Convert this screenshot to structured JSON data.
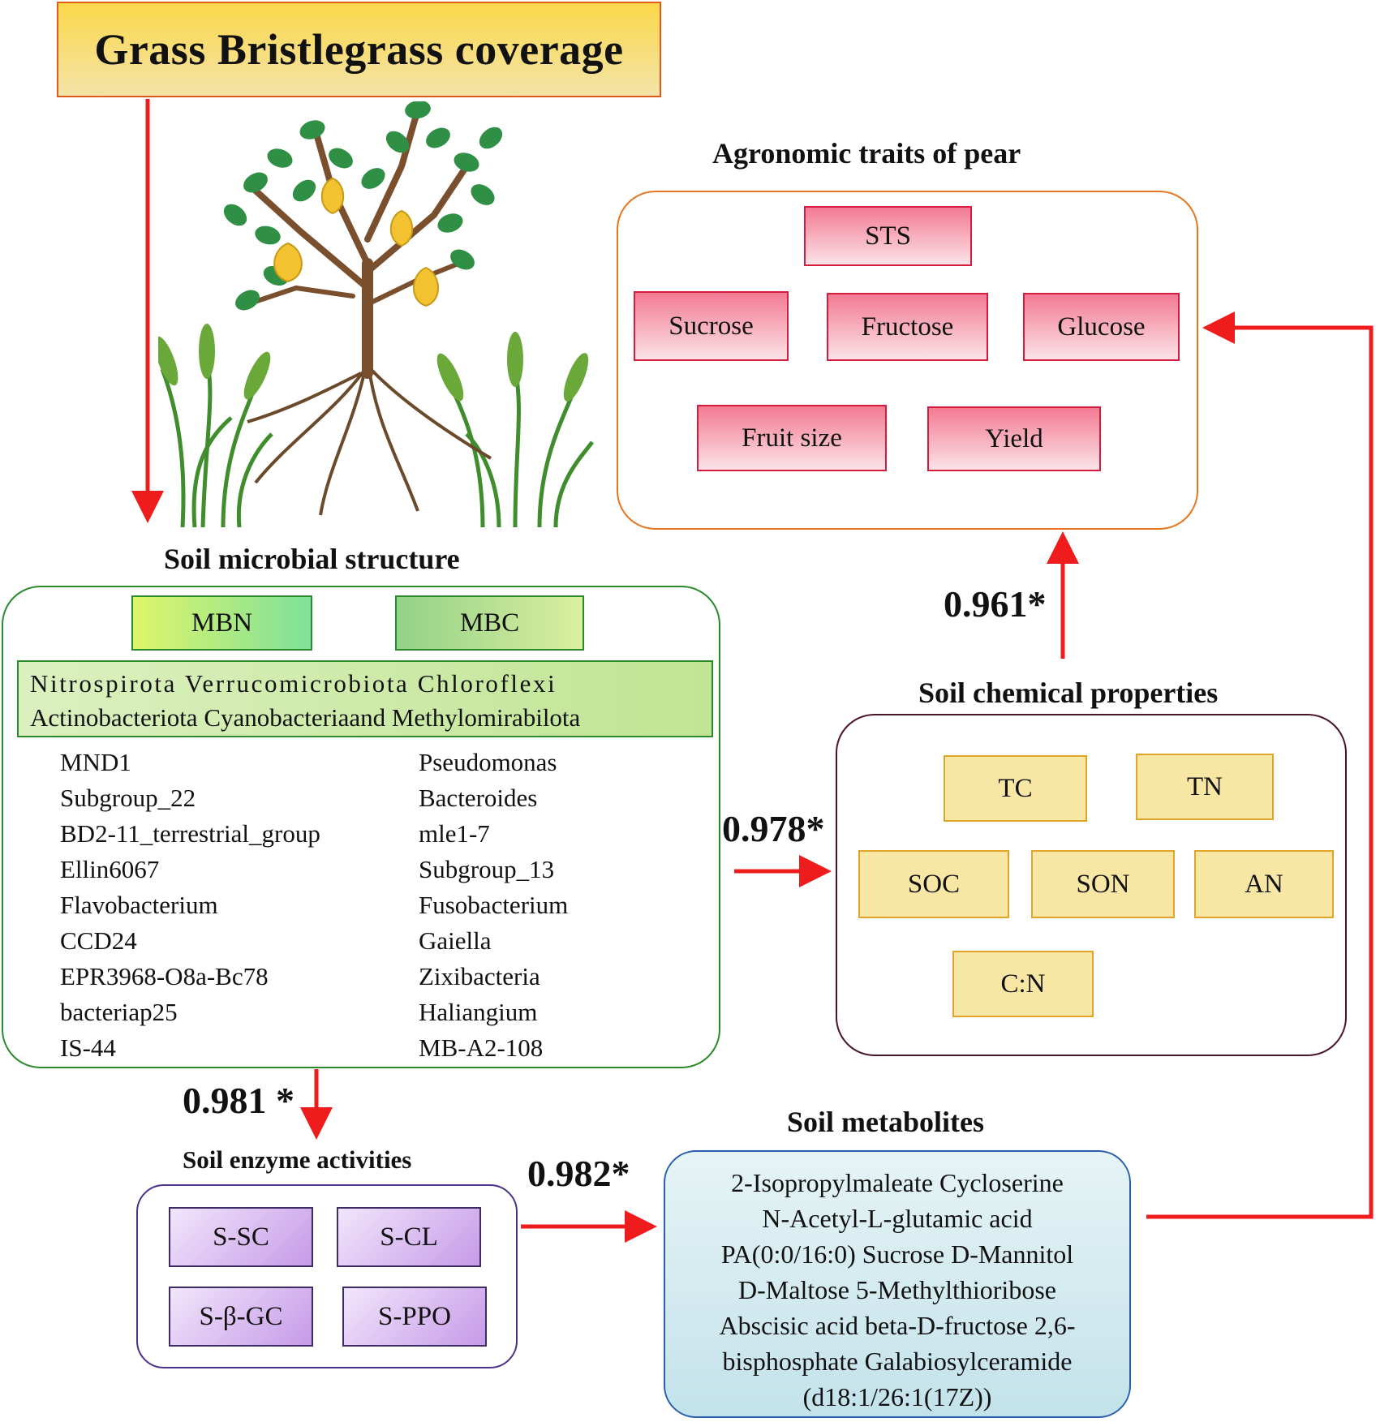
{
  "header": {
    "title": "Grass  Bristlegrass coverage"
  },
  "agronomic": {
    "title": "Agronomic traits of  pear",
    "items": [
      "STS",
      "Sucrose",
      "Fructose",
      "Glucose",
      "Fruit size",
      "Yield"
    ]
  },
  "microbial": {
    "title": "Soil  microbial structure",
    "boxes": [
      "MBN",
      "MBC"
    ],
    "phyla_lines": [
      "Nitrospirota Verrucomicrobiota  Chloroflexi",
      "Actinobacteriota Cyanobacteriaand Methylomirabilota"
    ],
    "genera_left": [
      "MND1",
      "Subgroup_22",
      "BD2-11_terrestrial_group",
      "Ellin6067",
      "Flavobacterium",
      "CCD24",
      "EPR3968-O8a-Bc78",
      "bacteriap25",
      "IS-44"
    ],
    "genera_right": [
      "Pseudomonas",
      "Bacteroides",
      "mle1-7",
      "Subgroup_13",
      "Fusobacterium",
      "Gaiella",
      "Zixibacteria",
      "Haliangium",
      "MB-A2-108"
    ]
  },
  "chemical": {
    "title": "Soil  chemical properties",
    "items": [
      "TC",
      "TN",
      "SOC",
      "SON",
      "AN",
      "C:N"
    ]
  },
  "enzyme": {
    "title": "Soil  enzyme activities",
    "items": [
      "S-SC",
      "S-CL",
      "S-β-GC",
      "S-PPO"
    ]
  },
  "metabolites": {
    "title": "Soil metabolites",
    "lines": [
      "2-Isopropylmaleate   Cycloserine",
      "N-Acetyl-L-glutamic acid",
      "PA(0:0/16:0)  Sucrose   D-Mannitol",
      "D-Maltose  5-Methylthioribose",
      "Abscisic acid   beta-D-fructose 2,6-",
      "bisphosphate   Galabiosylceramide",
      "(d18:1/26:1(17Z))"
    ]
  },
  "edges": {
    "microbial_to_chemical": "0.978*",
    "chemical_to_agronomic": "0.961*",
    "microbial_to_enzyme": "0.981 *",
    "enzyme_to_metabolites": "0.982*"
  },
  "colors": {
    "arrow": "#ee1c1c",
    "agronomic_border": "#e8761e",
    "microbial_border": "#2b8a2b",
    "chemical_border": "#4a1424",
    "enzyme_border": "#4b2f8a",
    "metabolites_border": "#2a5fb0"
  }
}
